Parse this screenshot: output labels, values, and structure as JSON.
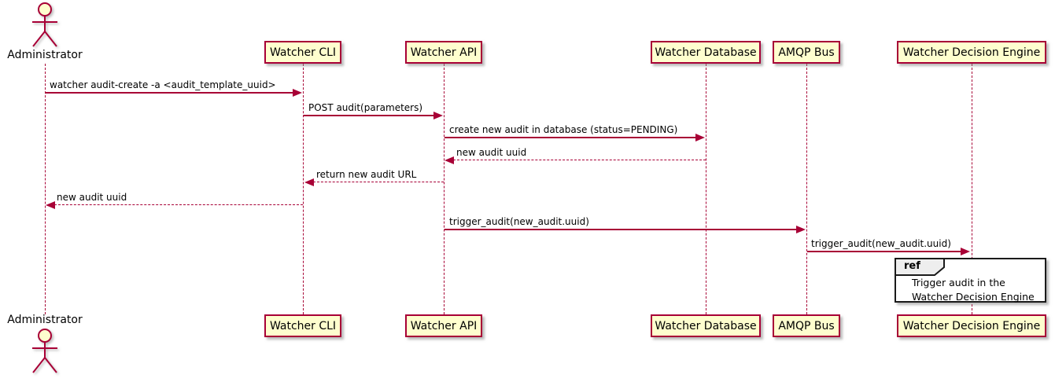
{
  "diagram": {
    "type": "sequence-diagram",
    "actor": {
      "label": "Administrator"
    },
    "participants": [
      {
        "label": "Watcher CLI"
      },
      {
        "label": "Watcher API"
      },
      {
        "label": "Watcher Database"
      },
      {
        "label": "AMQP Bus"
      },
      {
        "label": "Watcher Decision Engine"
      }
    ],
    "messages": [
      {
        "label": "watcher audit-create -a <audit_template_uuid>",
        "from": "Administrator",
        "to": "Watcher CLI",
        "line": "solid"
      },
      {
        "label": "POST audit(parameters)",
        "from": "Watcher CLI",
        "to": "Watcher API",
        "line": "solid"
      },
      {
        "label": "create new audit in database (status=PENDING)",
        "from": "Watcher API",
        "to": "Watcher Database",
        "line": "solid"
      },
      {
        "label": "new audit uuid",
        "from": "Watcher Database",
        "to": "Watcher API",
        "line": "dashed"
      },
      {
        "label": "return new audit URL",
        "from": "Watcher API",
        "to": "Watcher CLI",
        "line": "dashed"
      },
      {
        "label": "new audit uuid",
        "from": "Watcher CLI",
        "to": "Administrator",
        "line": "dashed"
      },
      {
        "label": "trigger_audit(new_audit.uuid)",
        "from": "Watcher API",
        "to": "AMQP Bus",
        "line": "solid"
      },
      {
        "label": "trigger_audit(new_audit.uuid)",
        "from": "AMQP Bus",
        "to": "Watcher Decision Engine",
        "line": "solid"
      }
    ],
    "ref": {
      "keyword": "ref",
      "lines": [
        "Trigger audit in the",
        "Watcher Decision Engine"
      ],
      "over": "Watcher Decision Engine"
    },
    "colors": {
      "participant_fill": "#FEFECE",
      "participant_border": "#A80036",
      "arrow": "#A80036",
      "text": "#000000",
      "ref_border": "#1a1a1a",
      "ref_tab_fill": "#EEEEEE",
      "background": "#FFFFFF"
    }
  }
}
